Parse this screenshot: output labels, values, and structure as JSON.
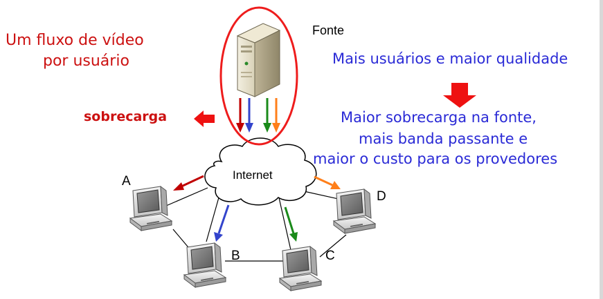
{
  "left_note": {
    "line1": "Um fluxo de vídeo",
    "line2": "por usuário"
  },
  "overload": {
    "label": "sobrecarga"
  },
  "source": {
    "label": "Fonte"
  },
  "right_note": {
    "line1": "Mais usuários e maior qualidade",
    "line2": "Maior sobrecarga na fonte,",
    "line3": "mais banda passante e",
    "line4": "maior o custo para os provedores"
  },
  "cloud": {
    "label": "Internet"
  },
  "nodes": {
    "a": "A",
    "b": "B",
    "c": "C",
    "d": "D"
  },
  "colors": {
    "red_text": "#cc1111",
    "blue_text": "#2a2ad6",
    "stream_red": "#c00000",
    "stream_blue": "#3344cc",
    "stream_green": "#1a8a1a",
    "stream_orange": "#ff7f1a",
    "arrow_red": "#ee1111"
  }
}
